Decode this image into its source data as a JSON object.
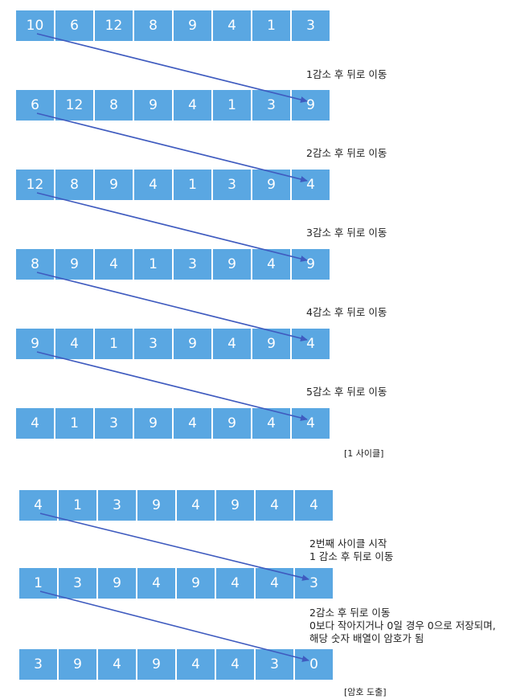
{
  "cycle1": {
    "rows": [
      [
        10,
        6,
        12,
        8,
        9,
        4,
        1,
        3
      ],
      [
        6,
        12,
        8,
        9,
        4,
        1,
        3,
        9
      ],
      [
        12,
        8,
        9,
        4,
        1,
        3,
        9,
        4
      ],
      [
        8,
        9,
        4,
        1,
        3,
        9,
        4,
        9
      ],
      [
        9,
        4,
        1,
        3,
        9,
        4,
        9,
        4
      ],
      [
        4,
        1,
        3,
        9,
        4,
        9,
        4,
        4
      ]
    ],
    "steps": [
      "1감소 후 뒤로 이동",
      "2감소 후 뒤로 이동",
      "3감소 후 뒤로 이동",
      "4감소 후 뒤로 이동",
      "5감소 후 뒤로 이동"
    ],
    "caption": "[1 사이클]"
  },
  "cycle2": {
    "rows": [
      [
        4,
        1,
        3,
        9,
        4,
        9,
        4,
        4
      ],
      [
        1,
        3,
        9,
        4,
        9,
        4,
        4,
        3
      ],
      [
        3,
        9,
        4,
        9,
        4,
        4,
        3,
        0
      ]
    ],
    "step1_line1": "2번째 사이클 시작",
    "step1_line2": "1 감소 후 뒤로 이동",
    "step2_line1": "2감소 후 뒤로 이동",
    "step2_line2": "0보다 작아지거나 0일 경우 0으로 저장되며,",
    "step2_line3": "해당 숫자 배열이 암호가 됨",
    "caption": "[암호 도출]"
  },
  "colors": {
    "cell": "#5aa7e2",
    "arrow": "#3f5bbf"
  }
}
